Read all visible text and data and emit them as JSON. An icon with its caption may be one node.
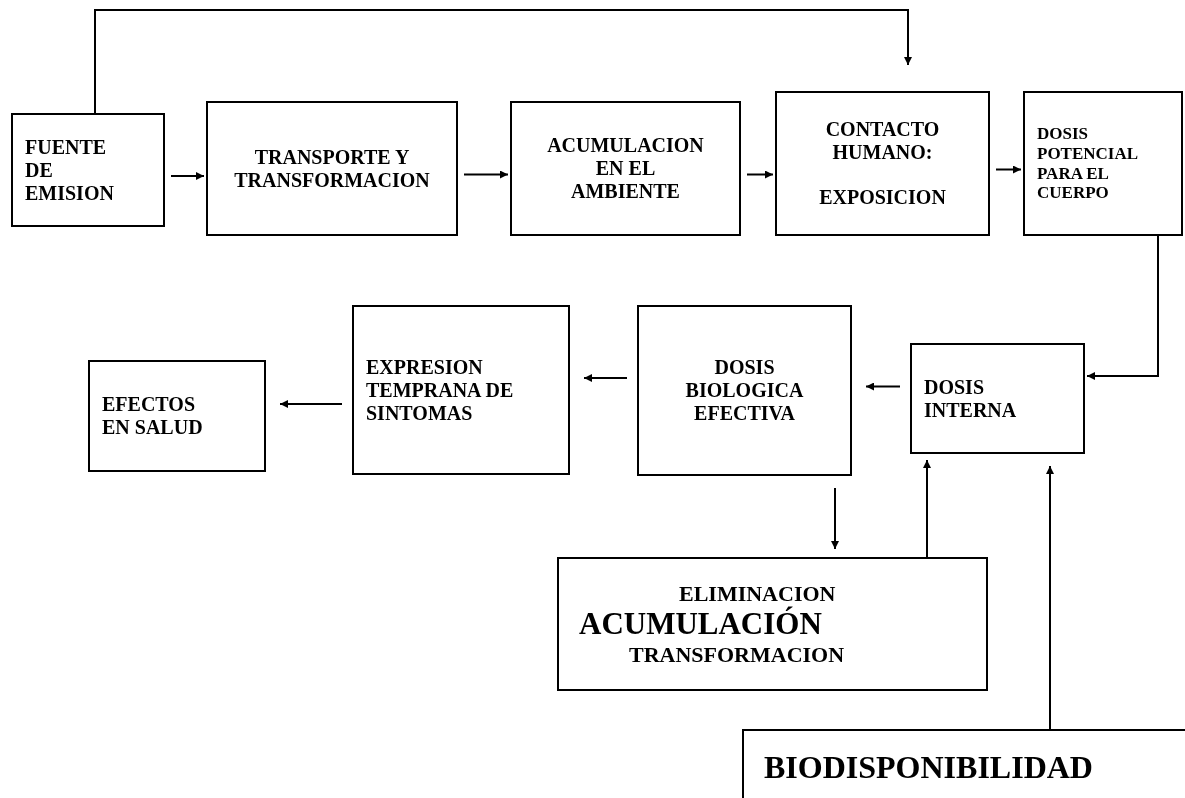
{
  "diagram": {
    "nodes": [
      {
        "text": [
          "FUENTE DE EMISION"
        ]
      },
      {
        "text": [
          "TRANSPORTE Y TRANSFORMACION"
        ]
      },
      {
        "text": [
          "ACUMULACION EN EL AMBIENTE"
        ]
      },
      {
        "text": [
          "CONTACTO HUMANO:",
          "EXPOSICION"
        ]
      },
      {
        "text": [
          "DOSIS POTENCIAL PARA EL CUERPO"
        ]
      },
      {
        "text": [
          "EFECTOS EN SALUD"
        ]
      },
      {
        "text": [
          "EXPRESION TEMPRANA DE SINTOMAS"
        ]
      },
      {
        "text": [
          "DOSIS BIOLOGICA EFECTIVA"
        ]
      },
      {
        "text": [
          "DOSIS INTERNA"
        ]
      },
      {
        "text": [
          "ELIMINACION",
          "ACUMULACIÓN",
          "TRANSFORMACION"
        ]
      },
      {
        "text": [
          "BIODISPONIBILIDAD"
        ]
      }
    ],
    "edges": [
      {
        "from": 0,
        "to": 3,
        "arrow": "to"
      },
      {
        "from": 0,
        "to": 1,
        "arrow": "to"
      },
      {
        "from": 1,
        "to": 2,
        "arrow": "to"
      },
      {
        "from": 2,
        "to": 3,
        "arrow": "to"
      },
      {
        "from": 3,
        "to": 4,
        "arrow": "to"
      },
      {
        "from": 4,
        "to": 8,
        "arrow": "to"
      },
      {
        "from": 8,
        "to": 7,
        "arrow": "to"
      },
      {
        "from": 7,
        "to": 6,
        "arrow": "to"
      },
      {
        "from": 6,
        "to": 5,
        "arrow": "to"
      },
      {
        "from": 7,
        "to": 9,
        "arrow": "to"
      },
      {
        "from": 9,
        "to": 8,
        "arrow": "to"
      },
      {
        "from": 10,
        "to": 8,
        "arrow": "to"
      }
    ]
  }
}
